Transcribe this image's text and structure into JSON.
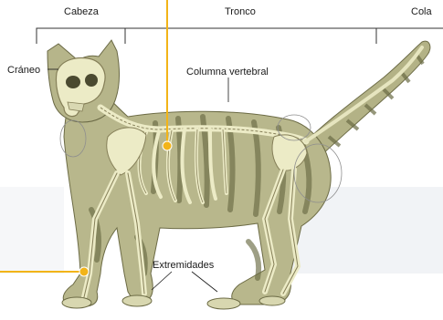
{
  "labels": {
    "cabeza": "Cabeza",
    "tronco": "Tronco",
    "cola": "Cola",
    "craneo": "Cráneo",
    "columna": "Columna vertebral",
    "extremidades": "Extremidades"
  },
  "colors": {
    "fur": "#b7b68a",
    "stripe": "#6f7047",
    "bone": "#eeeec8",
    "bone_outline": "#8a8660",
    "leader_line": "#f2b418",
    "leader_dot": "#f2b418",
    "bracket": "#333333",
    "bg_overlay": "#e9ecf2"
  }
}
